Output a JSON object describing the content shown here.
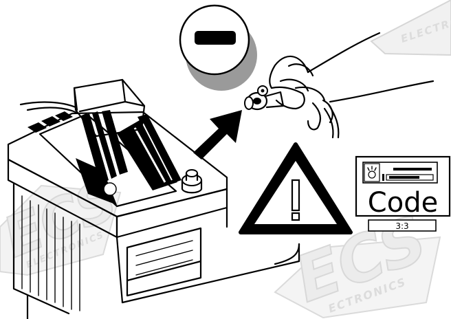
{
  "watermarks": {
    "top_right_suffix": "ELECTRO",
    "bottom_brand": "ECS",
    "bottom_sub": "ECTRONICS",
    "left_brand": "ECS",
    "left_sub": "ELECTRONICS"
  },
  "display": {
    "code_label": "Code",
    "code_value": "3:3"
  },
  "colors": {
    "ink": "#000000",
    "shadow": "#9a9a9a",
    "watermark": "#dcdcdc"
  },
  "icons": [
    "negative-terminal-icon",
    "arrow-icon",
    "warning-icon",
    "battery-illustration",
    "hand-illustration",
    "display-panel"
  ]
}
